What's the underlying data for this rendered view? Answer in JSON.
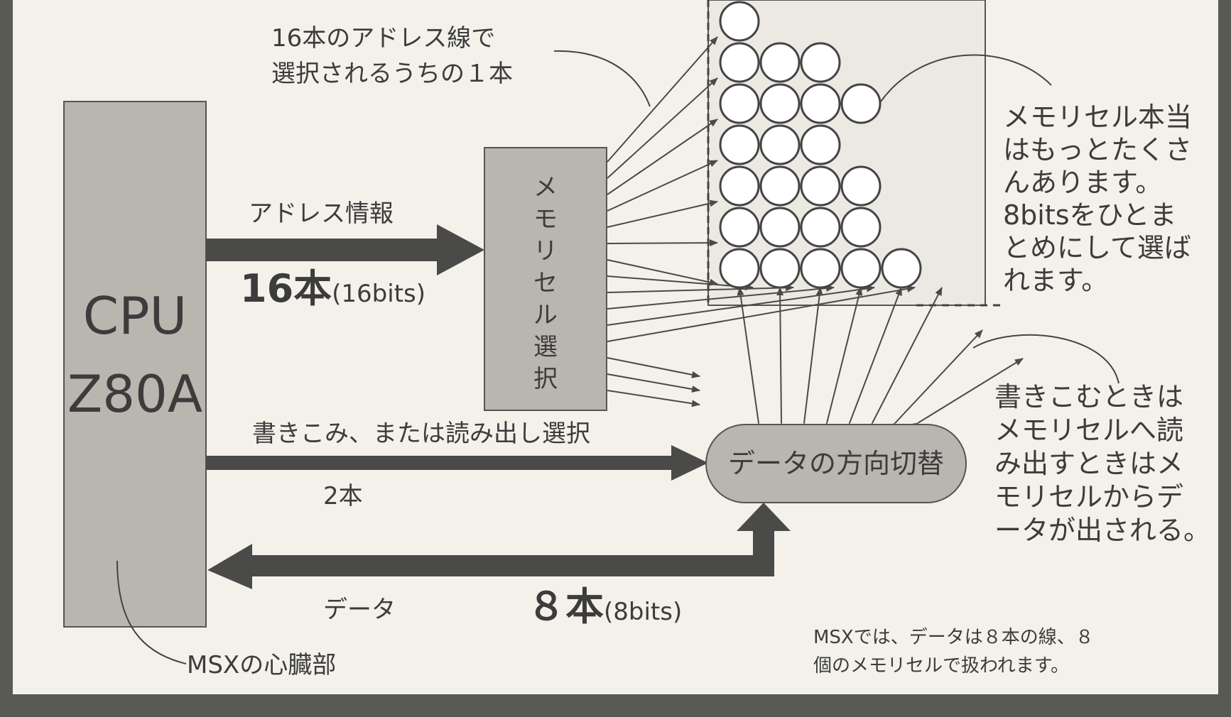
{
  "labels": {
    "address_one_line_1": "16本のアドレス線で",
    "address_one_line_2": "選択されるうちの１本",
    "address_info": "アドレス情報",
    "address_count_big": "16本",
    "address_count_small": "(16bits)",
    "rw_select": "書きこみ、または読み出し選択",
    "rw_count": "2本",
    "data": "データ",
    "data_count_big": "８本",
    "data_count_small": "(8bits)",
    "msx_heart": "MSXの心臓部"
  },
  "boxes": {
    "cpu_line1": "CPU",
    "cpu_line2": "Z80A",
    "selector_chars": [
      "メ",
      "モ",
      "リ",
      "セ",
      "ル",
      "選",
      "択"
    ],
    "direction_switch": "データの方向切替"
  },
  "notes": {
    "memory_cells": [
      "メモリセル本当",
      "はもっとたくさ",
      "んあります。",
      "8bitsをひとま",
      "とめにして選ば",
      "れます。"
    ],
    "write_read": [
      "書きこむときは",
      "メモリセルへ読",
      "み出すときはメ",
      "モリセルからデ",
      "ータが出される。"
    ],
    "footnote": [
      "MSXでは、データは８本の線、８",
      "個のメモリセルで扱われます。"
    ]
  },
  "colors": {
    "box_fill": "#b9b6b0",
    "line": "#4a4a48",
    "paper": "#f3f1ea",
    "frame": "#5a5a55"
  }
}
